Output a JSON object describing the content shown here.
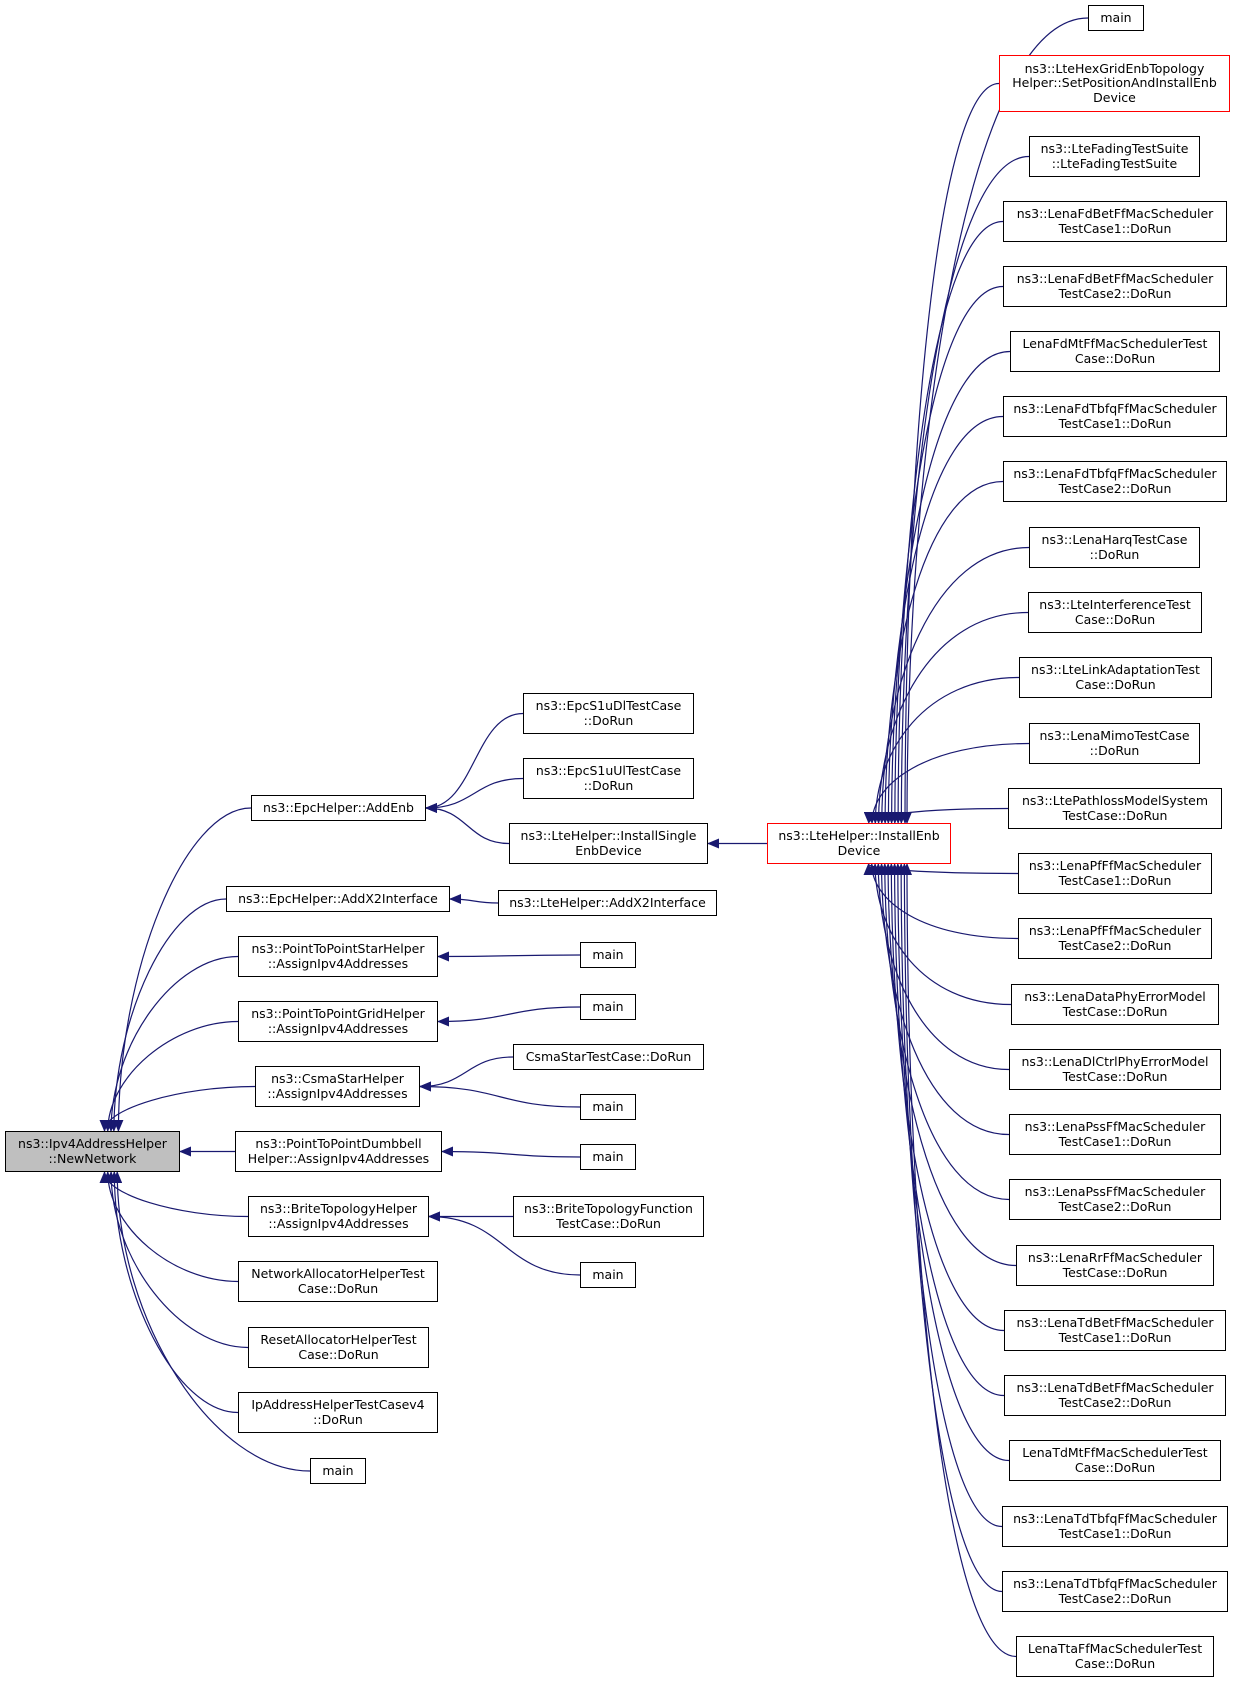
{
  "colors": {
    "edge": "#191970",
    "border": "#000000",
    "highlight_border": "#ff0000",
    "focus_fill": "#bfbfbf"
  },
  "nodes": {
    "ipv4_new_network": {
      "lines": [
        "ns3::Ipv4AddressHelper",
        "::NewNetwork"
      ],
      "style": "focus"
    },
    "epc_add_enb": {
      "lines": [
        "ns3::EpcHelper::AddEnb"
      ]
    },
    "epc_add_x2": {
      "lines": [
        "ns3::EpcHelper::AddX2Interface"
      ]
    },
    "p2p_star_assign": {
      "lines": [
        "ns3::PointToPointStarHelper",
        "::AssignIpv4Addresses"
      ]
    },
    "p2p_grid_assign": {
      "lines": [
        "ns3::PointToPointGridHelper",
        "::AssignIpv4Addresses"
      ]
    },
    "csma_star_assign": {
      "lines": [
        "ns3::CsmaStarHelper",
        "::AssignIpv4Addresses"
      ]
    },
    "p2p_dumbbell_assign": {
      "lines": [
        "ns3::PointToPointDumbbell",
        "Helper::AssignIpv4Addresses"
      ]
    },
    "brite_assign": {
      "lines": [
        "ns3::BriteTopologyHelper",
        "::AssignIpv4Addresses"
      ]
    },
    "net_alloc_test": {
      "lines": [
        "NetworkAllocatorHelperTest",
        "Case::DoRun"
      ]
    },
    "reset_alloc_test": {
      "lines": [
        "ResetAllocatorHelperTest",
        "Case::DoRun"
      ]
    },
    "ip_addr_test": {
      "lines": [
        "IpAddressHelperTestCasev4",
        "::DoRun"
      ]
    },
    "main_l1": {
      "lines": [
        "main"
      ]
    },
    "epc_s1u_dl": {
      "lines": [
        "ns3::EpcS1uDlTestCase",
        "::DoRun"
      ]
    },
    "epc_s1u_ul": {
      "lines": [
        "ns3::EpcS1uUlTestCase",
        "::DoRun"
      ]
    },
    "lte_install_single": {
      "lines": [
        "ns3::LteHelper::InstallSingle",
        "EnbDevice"
      ]
    },
    "lte_add_x2": {
      "lines": [
        "ns3::LteHelper::AddX2Interface"
      ]
    },
    "main_star": {
      "lines": [
        "main"
      ]
    },
    "main_grid": {
      "lines": [
        "main"
      ]
    },
    "csma_star_test": {
      "lines": [
        "CsmaStarTestCase::DoRun"
      ]
    },
    "main_csma": {
      "lines": [
        "main"
      ]
    },
    "main_dumbbell": {
      "lines": [
        "main"
      ]
    },
    "brite_func_test": {
      "lines": [
        "ns3::BriteTopologyFunction",
        "TestCase::DoRun"
      ]
    },
    "main_brite": {
      "lines": [
        "main"
      ]
    },
    "lte_install_enb": {
      "lines": [
        "ns3::LteHelper::InstallEnb",
        "Device"
      ],
      "style": "red"
    },
    "r0": {
      "lines": [
        "main"
      ]
    },
    "r1": {
      "lines": [
        "ns3::LteHexGridEnbTopology",
        "Helper::SetPositionAndInstallEnb",
        "Device"
      ],
      "style": "red"
    },
    "r2": {
      "lines": [
        "ns3::LteFadingTestSuite",
        "::LteFadingTestSuite"
      ]
    },
    "r3": {
      "lines": [
        "ns3::LenaFdBetFfMacScheduler",
        "TestCase1::DoRun"
      ]
    },
    "r4": {
      "lines": [
        "ns3::LenaFdBetFfMacScheduler",
        "TestCase2::DoRun"
      ]
    },
    "r5": {
      "lines": [
        "LenaFdMtFfMacSchedulerTest",
        "Case::DoRun"
      ]
    },
    "r6": {
      "lines": [
        "ns3::LenaFdTbfqFfMacScheduler",
        "TestCase1::DoRun"
      ]
    },
    "r7": {
      "lines": [
        "ns3::LenaFdTbfqFfMacScheduler",
        "TestCase2::DoRun"
      ]
    },
    "r8": {
      "lines": [
        "ns3::LenaHarqTestCase",
        "::DoRun"
      ]
    },
    "r9": {
      "lines": [
        "ns3::LteInterferenceTest",
        "Case::DoRun"
      ]
    },
    "r10": {
      "lines": [
        "ns3::LteLinkAdaptationTest",
        "Case::DoRun"
      ]
    },
    "r11": {
      "lines": [
        "ns3::LenaMimoTestCase",
        "::DoRun"
      ]
    },
    "r12": {
      "lines": [
        "ns3::LtePathlossModelSystem",
        "TestCase::DoRun"
      ]
    },
    "r13": {
      "lines": [
        "ns3::LenaPfFfMacScheduler",
        "TestCase1::DoRun"
      ]
    },
    "r14": {
      "lines": [
        "ns3::LenaPfFfMacScheduler",
        "TestCase2::DoRun"
      ]
    },
    "r15": {
      "lines": [
        "ns3::LenaDataPhyErrorModel",
        "TestCase::DoRun"
      ]
    },
    "r16": {
      "lines": [
        "ns3::LenaDlCtrlPhyErrorModel",
        "TestCase::DoRun"
      ]
    },
    "r17": {
      "lines": [
        "ns3::LenaPssFfMacScheduler",
        "TestCase1::DoRun"
      ]
    },
    "r18": {
      "lines": [
        "ns3::LenaPssFfMacScheduler",
        "TestCase2::DoRun"
      ]
    },
    "r19": {
      "lines": [
        "ns3::LenaRrFfMacScheduler",
        "TestCase::DoRun"
      ]
    },
    "r20": {
      "lines": [
        "ns3::LenaTdBetFfMacScheduler",
        "TestCase1::DoRun"
      ]
    },
    "r21": {
      "lines": [
        "ns3::LenaTdBetFfMacScheduler",
        "TestCase2::DoRun"
      ]
    },
    "r22": {
      "lines": [
        "LenaTdMtFfMacSchedulerTest",
        "Case::DoRun"
      ]
    },
    "r23": {
      "lines": [
        "ns3::LenaTdTbfqFfMacScheduler",
        "TestCase1::DoRun"
      ]
    },
    "r24": {
      "lines": [
        "ns3::LenaTdTbfqFfMacScheduler",
        "TestCase2::DoRun"
      ]
    },
    "r25": {
      "lines": [
        "LenaTtaFfMacSchedulerTest",
        "Case::DoRun"
      ]
    }
  },
  "edges": [
    {
      "from": "epc_add_enb",
      "to": "ipv4_new_network"
    },
    {
      "from": "epc_add_x2",
      "to": "ipv4_new_network"
    },
    {
      "from": "p2p_star_assign",
      "to": "ipv4_new_network"
    },
    {
      "from": "p2p_grid_assign",
      "to": "ipv4_new_network"
    },
    {
      "from": "csma_star_assign",
      "to": "ipv4_new_network"
    },
    {
      "from": "p2p_dumbbell_assign",
      "to": "ipv4_new_network"
    },
    {
      "from": "brite_assign",
      "to": "ipv4_new_network"
    },
    {
      "from": "net_alloc_test",
      "to": "ipv4_new_network"
    },
    {
      "from": "reset_alloc_test",
      "to": "ipv4_new_network"
    },
    {
      "from": "ip_addr_test",
      "to": "ipv4_new_network"
    },
    {
      "from": "main_l1",
      "to": "ipv4_new_network"
    },
    {
      "from": "epc_s1u_dl",
      "to": "epc_add_enb"
    },
    {
      "from": "epc_s1u_ul",
      "to": "epc_add_enb"
    },
    {
      "from": "lte_install_single",
      "to": "epc_add_enb"
    },
    {
      "from": "lte_add_x2",
      "to": "epc_add_x2"
    },
    {
      "from": "main_star",
      "to": "p2p_star_assign"
    },
    {
      "from": "main_grid",
      "to": "p2p_grid_assign"
    },
    {
      "from": "csma_star_test",
      "to": "csma_star_assign"
    },
    {
      "from": "main_csma",
      "to": "csma_star_assign"
    },
    {
      "from": "main_dumbbell",
      "to": "p2p_dumbbell_assign"
    },
    {
      "from": "brite_func_test",
      "to": "brite_assign"
    },
    {
      "from": "main_brite",
      "to": "brite_assign"
    },
    {
      "from": "lte_install_enb",
      "to": "lte_install_single"
    },
    {
      "from": "r0",
      "to": "lte_install_enb"
    },
    {
      "from": "r1",
      "to": "lte_install_enb"
    },
    {
      "from": "r2",
      "to": "lte_install_enb"
    },
    {
      "from": "r3",
      "to": "lte_install_enb"
    },
    {
      "from": "r4",
      "to": "lte_install_enb"
    },
    {
      "from": "r5",
      "to": "lte_install_enb"
    },
    {
      "from": "r6",
      "to": "lte_install_enb"
    },
    {
      "from": "r7",
      "to": "lte_install_enb"
    },
    {
      "from": "r8",
      "to": "lte_install_enb"
    },
    {
      "from": "r9",
      "to": "lte_install_enb"
    },
    {
      "from": "r10",
      "to": "lte_install_enb"
    },
    {
      "from": "r11",
      "to": "lte_install_enb"
    },
    {
      "from": "r12",
      "to": "lte_install_enb"
    },
    {
      "from": "r13",
      "to": "lte_install_enb"
    },
    {
      "from": "r14",
      "to": "lte_install_enb"
    },
    {
      "from": "r15",
      "to": "lte_install_enb"
    },
    {
      "from": "r16",
      "to": "lte_install_enb"
    },
    {
      "from": "r17",
      "to": "lte_install_enb"
    },
    {
      "from": "r18",
      "to": "lte_install_enb"
    },
    {
      "from": "r19",
      "to": "lte_install_enb"
    },
    {
      "from": "r20",
      "to": "lte_install_enb"
    },
    {
      "from": "r21",
      "to": "lte_install_enb"
    },
    {
      "from": "r22",
      "to": "lte_install_enb"
    },
    {
      "from": "r23",
      "to": "lte_install_enb"
    },
    {
      "from": "r24",
      "to": "lte_install_enb"
    },
    {
      "from": "r25",
      "to": "lte_install_enb"
    }
  ]
}
